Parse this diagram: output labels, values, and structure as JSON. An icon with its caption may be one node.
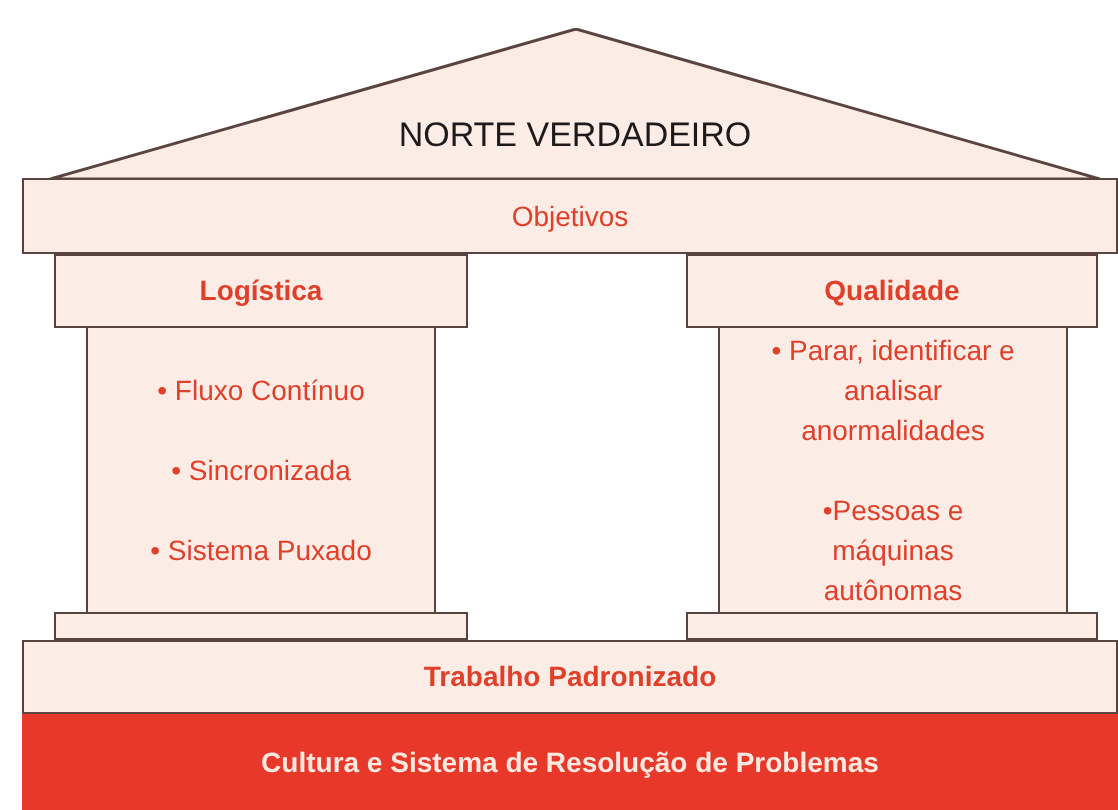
{
  "diagram": {
    "nodes": [
      {
        "text": [
          "NORTE VERDADEIRO"
        ]
      },
      {
        "text": [
          "Objetivos"
        ]
      },
      {
        "text": [
          "Logística"
        ]
      },
      {
        "text": [
          "• Fluxo Contínuo",
          "• Sincronizada",
          "• Sistema Puxado"
        ]
      },
      {
        "text": [],
        "shape": "box"
      },
      {
        "text": [
          "Qualidade"
        ]
      },
      {
        "text": [
          "• Parar, identificar e analisar anormalidades",
          "•Pessoas e máquinas autônomas"
        ]
      },
      {
        "text": [],
        "shape": "box"
      },
      {
        "text": [
          "Trabalho Padronizado"
        ]
      },
      {
        "text": [
          "Cultura e Sistema de Resolução de Problemas"
        ]
      }
    ]
  }
}
